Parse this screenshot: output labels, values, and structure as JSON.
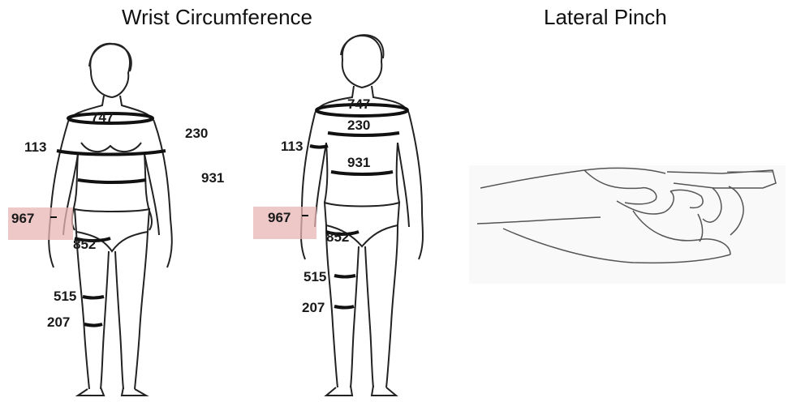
{
  "titles": {
    "left": "Wrist Circumference",
    "right": "Lateral Pinch"
  },
  "highlight_color": "#e8b4b4",
  "female_figure": {
    "labels": {
      "shoulder": "747",
      "chest": "113",
      "floating_a": "230",
      "floating_b": "931",
      "wrist": "967",
      "thigh": "852",
      "calf": "515",
      "ankle": "207"
    }
  },
  "male_figure": {
    "labels": {
      "shoulder": "747",
      "chest": "230",
      "arm": "113",
      "waist": "931",
      "wrist": "967",
      "thigh": "852",
      "calf": "515",
      "ankle": "207"
    }
  },
  "pinch_illustration": {
    "icon": "lateral-pinch-gauge-icon"
  }
}
